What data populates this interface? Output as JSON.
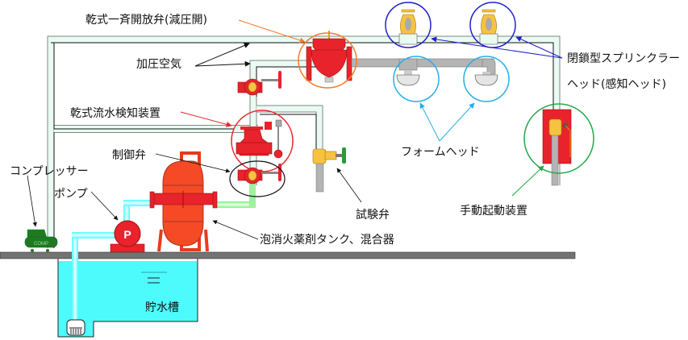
{
  "labels": {
    "deluge_valve": "乾式一斉開放弁(減圧開)",
    "pressurized_air": "加圧空気",
    "dry_flow_detector": "乾式流水検知装置",
    "control_valve": "制御弁",
    "compressor": "コンプレッサー",
    "pump": "ポンプ",
    "foam_tank_mixer": "泡消火薬剤タンク、混合器",
    "storage_tank": "貯水槽",
    "test_valve": "試験弁",
    "foam_head": "フォームヘッド",
    "manual_start_device": "手動起動装置",
    "closed_sprinkler_line1": "閉鎖型スプリンクラー",
    "closed_sprinkler_line2": "ヘッド(感知ヘッド)"
  },
  "equipment_text": {
    "pump_mark": "P",
    "compressor_mark": "COMP"
  },
  "colors": {
    "valve_red": "#e8232b",
    "tank_orange": "#f54a25",
    "water": "#4dfbfd",
    "air_pipe": "#eafbf4",
    "foam_pipe": "#b4b4b4",
    "brass": "#f5c242",
    "compressor_green": "#1f7a1f",
    "deluge_circle": "#f47a2c",
    "detector_circle": "#e8232b",
    "sprinkler_circle": "#1f22c8",
    "foam_circle": "#29aee6",
    "manual_circle": "#22a84a",
    "ground": "#737373"
  }
}
